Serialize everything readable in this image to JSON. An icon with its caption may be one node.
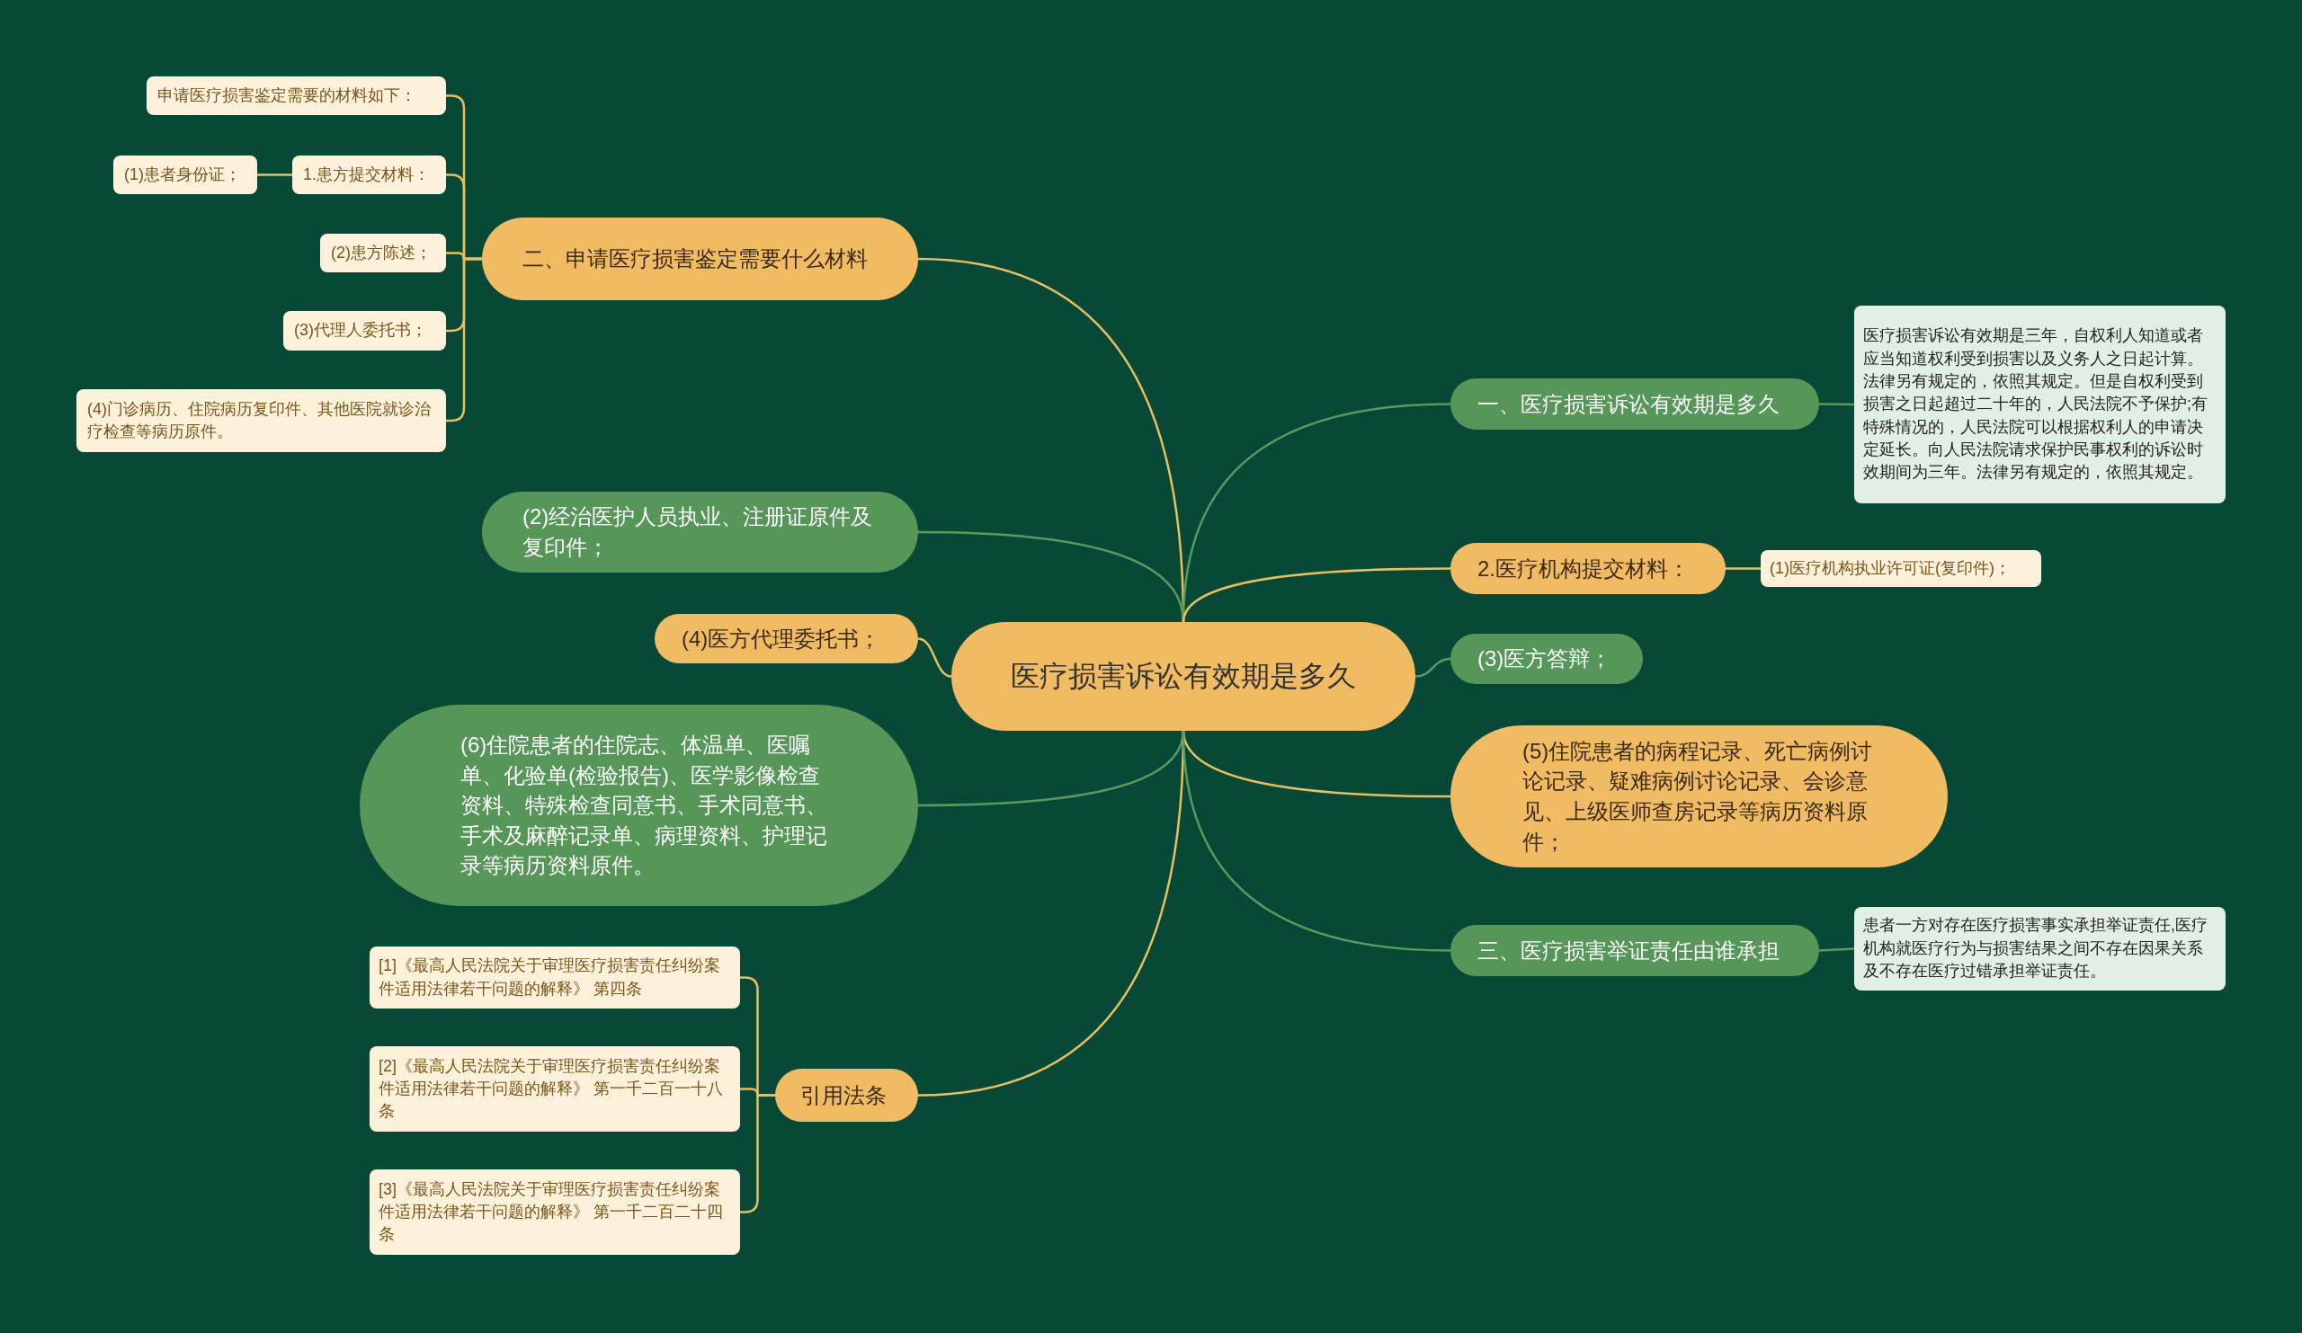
{
  "diagram": {
    "nodes": [
      {
        "text": [
          "医疗损害诉讼有效期是多久"
        ]
      },
      {
        "text": [
          "二、申请医疗损害鉴定需要什么材料"
        ]
      },
      {
        "text": [
          "申请医疗损害鉴定需要的材料如下："
        ]
      },
      {
        "text": [
          "1.患方提交材料："
        ]
      },
      {
        "text": [
          "(1)患者身份证；"
        ]
      },
      {
        "text": [
          "(2)患方陈述；"
        ]
      },
      {
        "text": [
          "(3)代理人委托书；"
        ]
      },
      {
        "text": [
          "(4)门诊病历、住院病历复印件、其他医院就诊治疗检查等病历原件。"
        ]
      },
      {
        "text": [
          "(2)经治医护人员执业、注册证原件及复印件；"
        ]
      },
      {
        "text": [
          "(4)医方代理委托书；"
        ]
      },
      {
        "text": [
          "(6)住院患者的住院志、体温单、医嘱单、化验单(检验报告)、医学影像检查资料、特殊检查同意书、手术同意书、手术及麻醉记录单、病理资料、护理记录等病历资料原件。"
        ]
      },
      {
        "text": [
          "引用法条"
        ]
      },
      {
        "text": [
          "[1]《最高人民法院关于审理医疗损害责任纠纷案件适用法律若干问题的解释》 第四条"
        ]
      },
      {
        "text": [
          "[2]《最高人民法院关于审理医疗损害责任纠纷案件适用法律若干问题的解释》 第一千二百一十八条"
        ]
      },
      {
        "text": [
          "[3]《最高人民法院关于审理医疗损害责任纠纷案件适用法律若干问题的解释》 第一千二百二十四条"
        ]
      },
      {
        "text": [
          "一、医疗损害诉讼有效期是多久"
        ]
      },
      {
        "text": [
          "医疗损害诉讼有效期是三年，自权利人知道或者应当知道权利受到损害以及义务人之日起计算。法律另有规定的，依照其规定。但是自权利受到损害之日起超过二十年的，人民法院不予保护;有特殊情况的，人民法院可以根据权利人的申请决定延长。向人民法院请求保护民事权利的诉讼时效期间为三年。法律另有规定的，依照其规定。"
        ]
      },
      {
        "text": [
          "2.医疗机构提交材料："
        ]
      },
      {
        "text": [
          "(1)医疗机构执业许可证(复印件)；"
        ]
      },
      {
        "text": [
          "(3)医方答辩；"
        ]
      },
      {
        "text": [
          "(5)住院患者的病程记录、死亡病例讨论记录、疑难病例讨论记录、会诊意见、上级医师查房记录等病历资料原件；"
        ]
      },
      {
        "text": [
          "三、医疗损害举证责任由谁承担"
        ]
      },
      {
        "text": [
          "患者一方对存在医疗损害事实承担举证责任,医疗机构就医疗行为与损害结果之间不存在因果关系及不存在医疗过错承担举证责任。"
        ]
      }
    ],
    "edges": [
      {
        "from": 0,
        "to": 1,
        "arrow": "none"
      },
      {
        "from": 1,
        "to": 2,
        "arrow": "none"
      },
      {
        "from": 1,
        "to": 3,
        "arrow": "none"
      },
      {
        "from": 3,
        "to": 4,
        "arrow": "none"
      },
      {
        "from": 1,
        "to": 5,
        "arrow": "none"
      },
      {
        "from": 1,
        "to": 6,
        "arrow": "none"
      },
      {
        "from": 1,
        "to": 7,
        "arrow": "none"
      },
      {
        "from": 0,
        "to": 8,
        "arrow": "none",
        "color": "#5a9a5e"
      },
      {
        "from": 0,
        "to": 9,
        "arrow": "none"
      },
      {
        "from": 0,
        "to": 10,
        "arrow": "none",
        "color": "#5a9a5e"
      },
      {
        "from": 0,
        "to": 11,
        "arrow": "none"
      },
      {
        "from": 11,
        "to": 12,
        "arrow": "none"
      },
      {
        "from": 11,
        "to": 13,
        "arrow": "none"
      },
      {
        "from": 11,
        "to": 14,
        "arrow": "none"
      },
      {
        "from": 0,
        "to": 15,
        "arrow": "none",
        "color": "#5a9a5e"
      },
      {
        "from": 15,
        "to": 16,
        "arrow": "none",
        "color": "#5a9a5e"
      },
      {
        "from": 0,
        "to": 17,
        "arrow": "none"
      },
      {
        "from": 17,
        "to": 18,
        "arrow": "none"
      },
      {
        "from": 0,
        "to": 19,
        "arrow": "none",
        "color": "#5a9a5e"
      },
      {
        "from": 0,
        "to": 20,
        "arrow": "none"
      },
      {
        "from": 0,
        "to": 21,
        "arrow": "none",
        "color": "#5a9a5e"
      },
      {
        "from": 21,
        "to": 22,
        "arrow": "none",
        "color": "#5a9a5e"
      }
    ]
  }
}
